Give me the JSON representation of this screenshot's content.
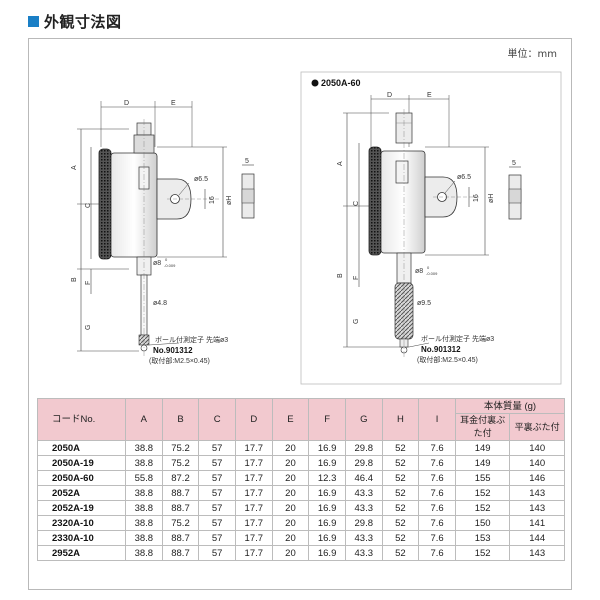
{
  "section_title": "外観寸法図",
  "accent_color": "#1a7fc6",
  "header_bg": "#f2c9cf",
  "unit": "単位：mm",
  "drawing_left": {
    "dims": {
      "D": "D",
      "E": "E",
      "A": "A",
      "B": "B",
      "F": "F",
      "G": "G",
      "C": "C",
      "H": "øH",
      "d65": "ø6.5",
      "d16": "16",
      "d8": "ø8",
      "d8tol": "0",
      "d8tol2": "-0.009",
      "d48": "ø4.8",
      "w5": "5"
    },
    "probe_label": "ボール付測定子 先端ø3",
    "part_no": "No.901312",
    "mount": "(取付部:M2.5×0.45)"
  },
  "drawing_right": {
    "model": "2050A-60",
    "dims": {
      "D": "D",
      "E": "E",
      "A": "A",
      "B": "B",
      "F": "F",
      "G": "G",
      "C": "C",
      "H": "øH",
      "d65": "ø6.5",
      "d16": "16",
      "d8": "ø8",
      "d8tol": "0",
      "d8tol2": "-0.009",
      "d95": "ø9.5",
      "w5": "5"
    },
    "probe_label": "ボール付測定子 先端ø3",
    "part_no": "No.901312",
    "mount": "(取付部:M2.5×0.45)"
  },
  "table": {
    "headers": [
      "コードNo.",
      "A",
      "B",
      "C",
      "D",
      "E",
      "F",
      "G",
      "H",
      "I"
    ],
    "mass_header": "本体質量 (g)",
    "mass_sub": [
      "耳金付裏ぶた付",
      "平裏ぶた付"
    ],
    "rows": [
      {
        "code": "2050A",
        "a": "38.8",
        "b": "75.2",
        "c": "57",
        "d": "17.7",
        "e": "20",
        "f": "16.9",
        "g": "29.8",
        "h": "52",
        "i": "7.6",
        "m1": "149",
        "m2": "140"
      },
      {
        "code": "2050A-19",
        "a": "38.8",
        "b": "75.2",
        "c": "57",
        "d": "17.7",
        "e": "20",
        "f": "16.9",
        "g": "29.8",
        "h": "52",
        "i": "7.6",
        "m1": "149",
        "m2": "140"
      },
      {
        "code": "2050A-60",
        "a": "55.8",
        "b": "87.2",
        "c": "57",
        "d": "17.7",
        "e": "20",
        "f": "12.3",
        "g": "46.4",
        "h": "52",
        "i": "7.6",
        "m1": "155",
        "m2": "146"
      },
      {
        "code": "2052A",
        "a": "38.8",
        "b": "88.7",
        "c": "57",
        "d": "17.7",
        "e": "20",
        "f": "16.9",
        "g": "43.3",
        "h": "52",
        "i": "7.6",
        "m1": "152",
        "m2": "143"
      },
      {
        "code": "2052A-19",
        "a": "38.8",
        "b": "88.7",
        "c": "57",
        "d": "17.7",
        "e": "20",
        "f": "16.9",
        "g": "43.3",
        "h": "52",
        "i": "7.6",
        "m1": "152",
        "m2": "143"
      },
      {
        "code": "2320A-10",
        "a": "38.8",
        "b": "75.2",
        "c": "57",
        "d": "17.7",
        "e": "20",
        "f": "16.9",
        "g": "29.8",
        "h": "52",
        "i": "7.6",
        "m1": "150",
        "m2": "141"
      },
      {
        "code": "2330A-10",
        "a": "38.8",
        "b": "88.7",
        "c": "57",
        "d": "17.7",
        "e": "20",
        "f": "16.9",
        "g": "43.3",
        "h": "52",
        "i": "7.6",
        "m1": "153",
        "m2": "144"
      },
      {
        "code": "2952A",
        "a": "38.8",
        "b": "88.7",
        "c": "57",
        "d": "17.7",
        "e": "20",
        "f": "16.9",
        "g": "43.3",
        "h": "52",
        "i": "7.6",
        "m1": "152",
        "m2": "143"
      }
    ]
  }
}
